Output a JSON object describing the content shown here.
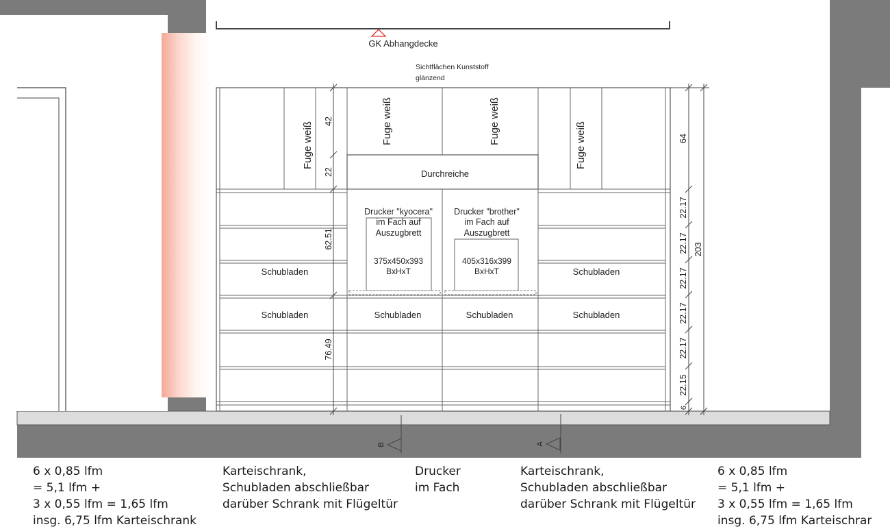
{
  "labels": {
    "ceiling": "GK Abhangdecke",
    "surface_note": [
      "Sichtflächen Kunststoff",
      "glänzend"
    ],
    "fuge": "Fuge weiß",
    "pass_through": "Durchreiche",
    "drawers": "Schubladen",
    "printer_left": {
      "lines": [
        "Drucker \"kyocera\"",
        "im Fach auf",
        "Auszugbrett"
      ],
      "dims": "375x450x393",
      "unit": "BxHxT"
    },
    "printer_right": {
      "lines": [
        "Drucker \"brother\"",
        "im Fach auf",
        "Auszugbrett"
      ],
      "dims": "405x316x399",
      "unit": "BxHxT"
    },
    "section_b": "B",
    "section_a": "A"
  },
  "dimensions": {
    "left": [
      "42",
      "22",
      "62.51",
      "76.49"
    ],
    "right": [
      "64",
      "22.17",
      "22.17",
      "22.17",
      "22.17",
      "22.17",
      "22.15",
      "6"
    ],
    "total": "203"
  },
  "captions": [
    [
      "6 x 0,85 lfm",
      "= 5,1 lfm +",
      "3 x 0,55 lfm = 1,65 lfm",
      "insg. 6,75 lfm Karteischrank"
    ],
    [
      "Karteischrank,",
      "Schubladen abschließbar",
      "darüber Schrank mit Flügeltür"
    ],
    [
      "Drucker",
      "im Fach"
    ],
    [
      "Karteischrank,",
      "Schubladen abschließbar",
      "darüber Schrank mit Flügeltür"
    ],
    [
      "6 x 0,85 lfm",
      "= 5,1 lfm +",
      "3 x 0,55 lfm = 1,65 lfm",
      "insg. 6,75 lfm Karteischrar"
    ]
  ],
  "colors": {
    "wall": "#7b7b7b",
    "floor": "#dcdcdc",
    "pillar": "#f6c2b5",
    "line": "#444444"
  }
}
